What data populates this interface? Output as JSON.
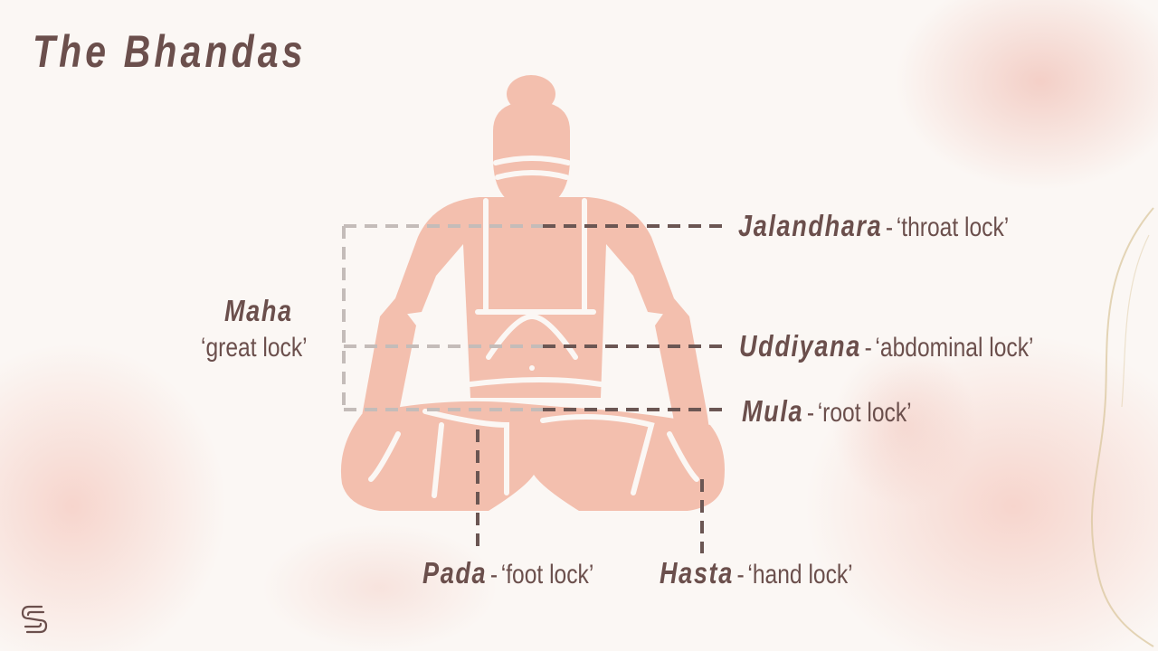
{
  "title": "The Bhandas",
  "colors": {
    "text": "#6b4f4c",
    "figure": "#f3bfae",
    "background": "#fbf7f4",
    "dashed_dark": "#6b5653",
    "dashed_light": "#c4bcb9"
  },
  "locks": [
    {
      "name": "Jalandhara",
      "separator": "-",
      "description": "‘throat lock’"
    },
    {
      "name": "Uddiyana",
      "separator": "-",
      "description": "‘abdominal lock’"
    },
    {
      "name": "Mula",
      "separator": "-",
      "description": "‘root lock’"
    },
    {
      "name": "Pada",
      "separator": "-",
      "description": "‘foot lock’"
    },
    {
      "name": "Hasta",
      "separator": "-",
      "description": "‘hand lock’"
    }
  ],
  "maha": {
    "name": "Maha",
    "description": "‘great lock’"
  },
  "logo_icon": "s-monogram-icon"
}
